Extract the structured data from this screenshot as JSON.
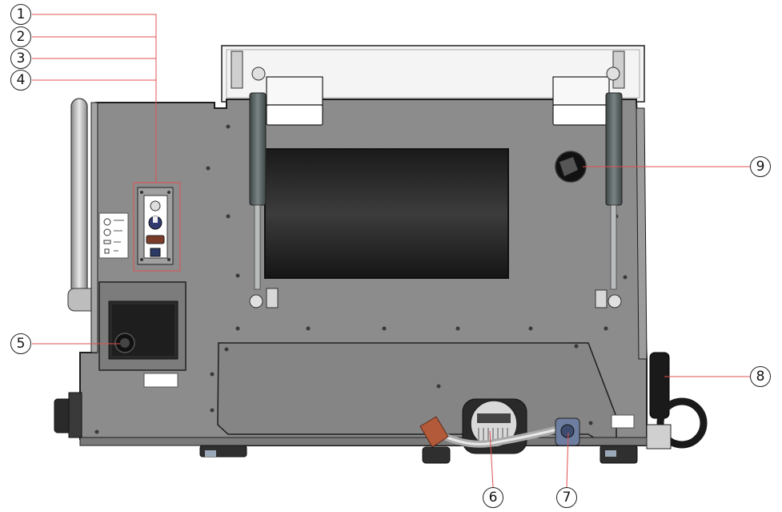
{
  "callouts": [
    {
      "id": "1",
      "label": "1"
    },
    {
      "id": "2",
      "label": "2"
    },
    {
      "id": "3",
      "label": "3"
    },
    {
      "id": "4",
      "label": "4"
    },
    {
      "id": "5",
      "label": "5"
    },
    {
      "id": "6",
      "label": "6"
    },
    {
      "id": "7",
      "label": "7"
    },
    {
      "id": "8",
      "label": "8"
    },
    {
      "id": "9",
      "label": "9"
    }
  ],
  "colors": {
    "body": "#8c8c8c",
    "body_dark": "#6f6f6f",
    "outline": "#1e1e1e",
    "leader": "#e05050",
    "window": "#1a1a1a",
    "strut": "#556060"
  },
  "icons": [
    "gas-strut-icon",
    "hinge-icon",
    "connector-panel-icon",
    "power-switch-icon",
    "hose-icon",
    "handle-icon"
  ]
}
